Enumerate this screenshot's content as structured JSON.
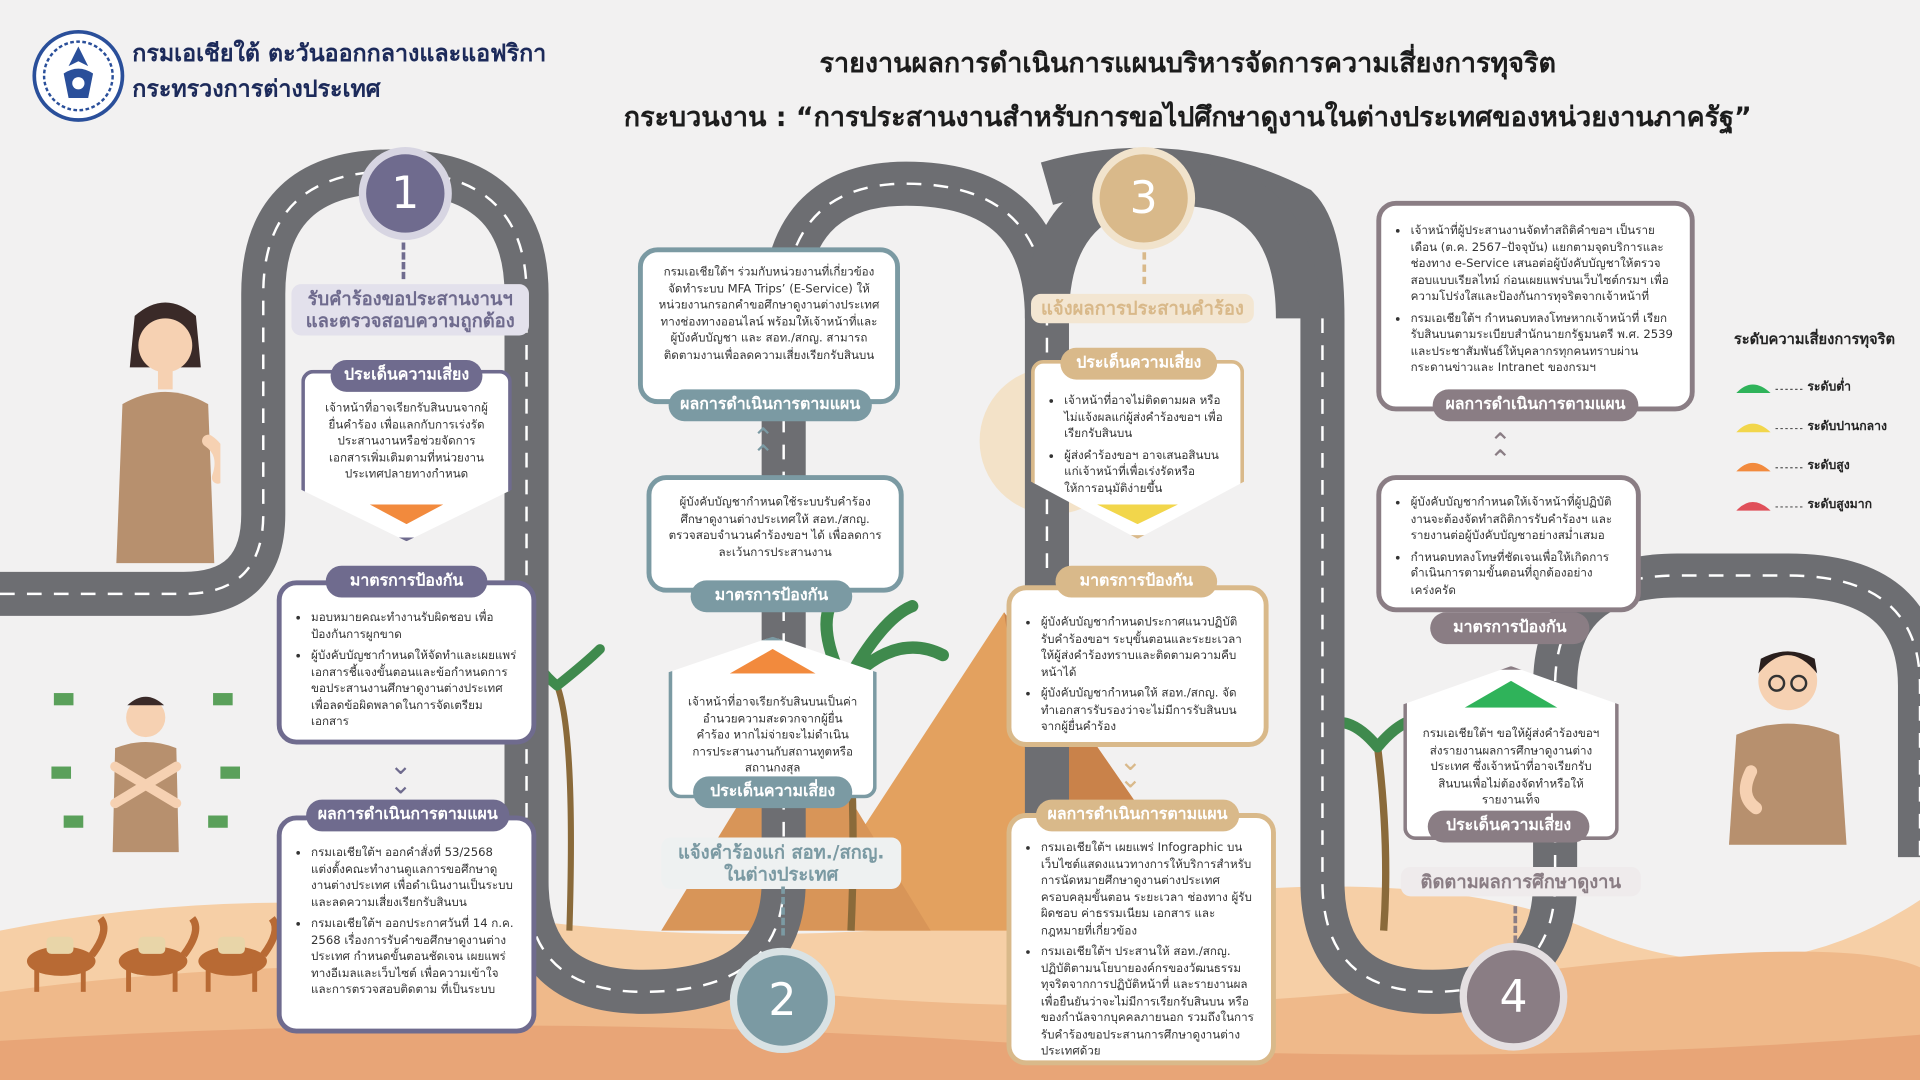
{
  "header": {
    "org_line1": "กรมเอเชียใต้ ตะวันออกกลางและแอฟริกา",
    "org_line2": "กระทรวงการต่างประเทศ",
    "title_line1": "รายงานผลการดำเนินการแผนบริหารจัดการความเสี่ยงการทุจริต",
    "title_line2": "กระบวนงาน : “การประสานงานสำหรับการขอไปศึกษาดูงานในต่างประเทศของหน่วยงานภาครัฐ”"
  },
  "steps": {
    "s1": {
      "number": "1",
      "title": "รับคำร้องขอประสานงานฯ และตรวจสอบความถูกต้อง"
    },
    "s2": {
      "number": "2",
      "title": "แจ้งคำร้องแก่ สอท./สกญ. ในต่างประเทศ"
    },
    "s3": {
      "number": "3",
      "title": "แจ้งผลการประสานคำร้อง"
    },
    "s4": {
      "number": "4",
      "title": "ติดตามผลการศึกษาดูงาน"
    }
  },
  "labels": {
    "risk": "ประเด็นความเสี่ยง",
    "prevent": "มาตรการป้องกัน",
    "result": "ผลการดำเนินการตามแผน"
  },
  "col1": {
    "risk": "เจ้าหน้าที่อาจเรียกรับสินบนจากผู้ยื่นคำร้อง เพื่อแลกกับการเร่งรัดประสานงานหรือช่วยจัดการเอกสารเพิ่มเติมตามที่หน่วยงานประเทศปลายทางกำหนด",
    "prevent": [
      "มอบหมายคณะทำงานรับผิดชอบ เพื่อป้องกันการผูกขาด",
      "ผู้บังคับบัญชากำหนดให้จัดทำและเผยแพร่เอกสารชี้แจงขั้นตอนและข้อกำหนดการขอประสานงานศึกษาดูงานต่างประเทศ เพื่อลดข้อผิดพลาดในการจัดเตรียมเอกสาร"
    ],
    "result": [
      "กรมเอเชียใต้ฯ ออกคำสั่งที่ 53/2568 แต่งตั้งคณะทำงานดูแลการขอศึกษาดูงานต่างประเทศ เพื่อดำเนินงานเป็นระบบและลดความเสี่ยงเรียกรับสินบน",
      "กรมเอเชียใต้ฯ ออกประกาศวันที่ 14 ก.ค. 2568 เรื่องการรับคำขอศึกษาดูงานต่างประเทศ กำหนดขั้นตอนชัดเจน เผยแพร่ทางอีเมลและเว็บไซต์ เพื่อความเข้าใจและการตรวจสอบติดตาม ที่เป็นระบบ"
    ]
  },
  "col2": {
    "result": "กรมเอเชียใต้ฯ ร่วมกับหน่วยงานที่เกี่ยวข้อง จัดทำระบบ MFA Trips’ (E-Service) ให้หน่วยงานกรอกคำขอศึกษาดูงานต่างประเทศทางช่องทางออนไลน์ พร้อมให้เจ้าหน้าที่และผู้บังคับบัญชา และ สอท./สกญ. สามารถติดตามงานเพื่อลดความเสี่ยงเรียกรับสินบน",
    "prevent": "ผู้บังคับบัญชากำหนดใช้ระบบรับคำร้องศึกษาดูงานต่างประเทศให้ สอท./สกญ. ตรวจสอบจำนวนคำร้องขอฯ ได้ เพื่อลดการละเว้นการประสานงาน",
    "risk": "เจ้าหน้าที่อาจเรียกรับสินบนเป็นค่าอำนวยความสะดวกจากผู้ยื่นคำร้อง หากไม่จ่ายจะไม่ดำเนินการประสานงานกับสถานทูตหรือสถานกงสุล"
  },
  "col3": {
    "risk": [
      "เจ้าหน้าที่อาจไม่ติดตามผล หรือไม่แจ้งผลแก่ผู้ส่งคำร้องขอฯ เพื่อเรียกรับสินบน",
      "ผู้ส่งคำร้องขอฯ อาจเสนอสินบนแก่เจ้าหน้าที่เพื่อเร่งรัดหรือให้การอนุมัติง่ายขึ้น"
    ],
    "prevent": [
      "ผู้บังคับบัญชากำหนดประกาศแนวปฏิบัติรับคำร้องขอฯ ระบุขั้นตอนและระยะเวลา ให้ผู้ส่งคำร้องทราบและติดตามความคืบหน้าได้",
      "ผู้บังคับบัญชากำหนดให้ สอท./สกญ. จัดทำเอกสารรับรองว่าจะไม่มีการรับสินบนจากผู้ยื่นคำร้อง"
    ],
    "result": [
      "กรมเอเชียใต้ฯ เผยแพร่ Infographic บนเว็บไซต์แสดงแนวทางการให้บริการสำหรับการนัดหมายศึกษาดูงานต่างประเทศ ครอบคลุมขั้นตอน ระยะเวลา ช่องทาง ผู้รับผิดชอบ ค่าธรรมเนียม เอกสาร และกฎหมายที่เกี่ยวข้อง",
      "กรมเอเชียใต้ฯ ประสานให้ สอท./สกญ. ปฏิบัติตามนโยบายองค์กรของวัฒนธรรมทุจริตจากการปฏิบัติหน้าที่ และรายงานผลเพื่อยืนยันว่าจะไม่มีการเรียกรับสินบน หรือของกำนัลจากบุคคลภายนอก รวมถึงในการรับคำร้องขอประสานการศึกษาดูงานต่างประเทศด้วย"
    ]
  },
  "col4": {
    "result": [
      "เจ้าหน้าที่ผู้ประสานงานจัดทำสถิติคำขอฯ เป็นรายเดือน (ต.ค. 2567–ปัจจุบัน) แยกตามจุดบริการและช่องทาง e-Service เสนอต่อผู้บังคับบัญชาให้ตรวจสอบแบบเรียลไทม์ ก่อนเผยแพร่บนเว็บไซต์กรมฯ เพื่อความโปร่งใสและป้องกันการทุจริตจากเจ้าหน้าที่",
      "กรมเอเชียใต้ฯ กำหนดบทลงโทษหากเจ้าหน้าที่ เรียกรับสินบนตามระเบียบสำนักนายกรัฐมนตรี พ.ศ. 2539 และประชาสัมพันธ์ให้บุคลากรทุกคนทราบผ่านกระดานข่าวและ Intranet ของกรมฯ"
    ],
    "prevent": [
      "ผู้บังคับบัญชากำหนดให้เจ้าหน้าที่ผู้ปฏิบัติงานจะต้องจัดทำสถิติการรับคำร้องฯ และรายงานต่อผู้บังคับบัญชาอย่างสม่ำเสมอ",
      "กำหนดบทลงโทษที่ชัดเจนเพื่อให้เกิดการดำเนินการตามขั้นตอนที่ถูกต้องอย่างเคร่งครัด"
    ],
    "risk": "กรมเอเชียใต้ฯ ขอให้ผู้ส่งคำร้องขอฯ ส่งรายงานผลการศึกษาดูงานต่างประเทศ ซึ่งเจ้าหน้าที่อาจเรียกรับสินบนเพื่อไม่ต้องจัดทำหรือให้รายงานเท็จ"
  },
  "legend": {
    "title": "ระดับความเสี่ยงการทุจริต",
    "items": [
      {
        "label": "ระดับต่ำ",
        "color": "#2fb35a"
      },
      {
        "label": "ระดับปานกลาง",
        "color": "#f2d64b"
      },
      {
        "label": "ระดับสูง",
        "color": "#f28a3d"
      },
      {
        "label": "ระดับสูงมาก",
        "color": "#e0505a"
      }
    ]
  },
  "colors": {
    "col1": "#6f6b8e",
    "col2": "#7b9aa3",
    "col3": "#d9b98a",
    "col4": "#8a7d84",
    "road": "#6d6e72",
    "sand": "#f2c59a"
  }
}
